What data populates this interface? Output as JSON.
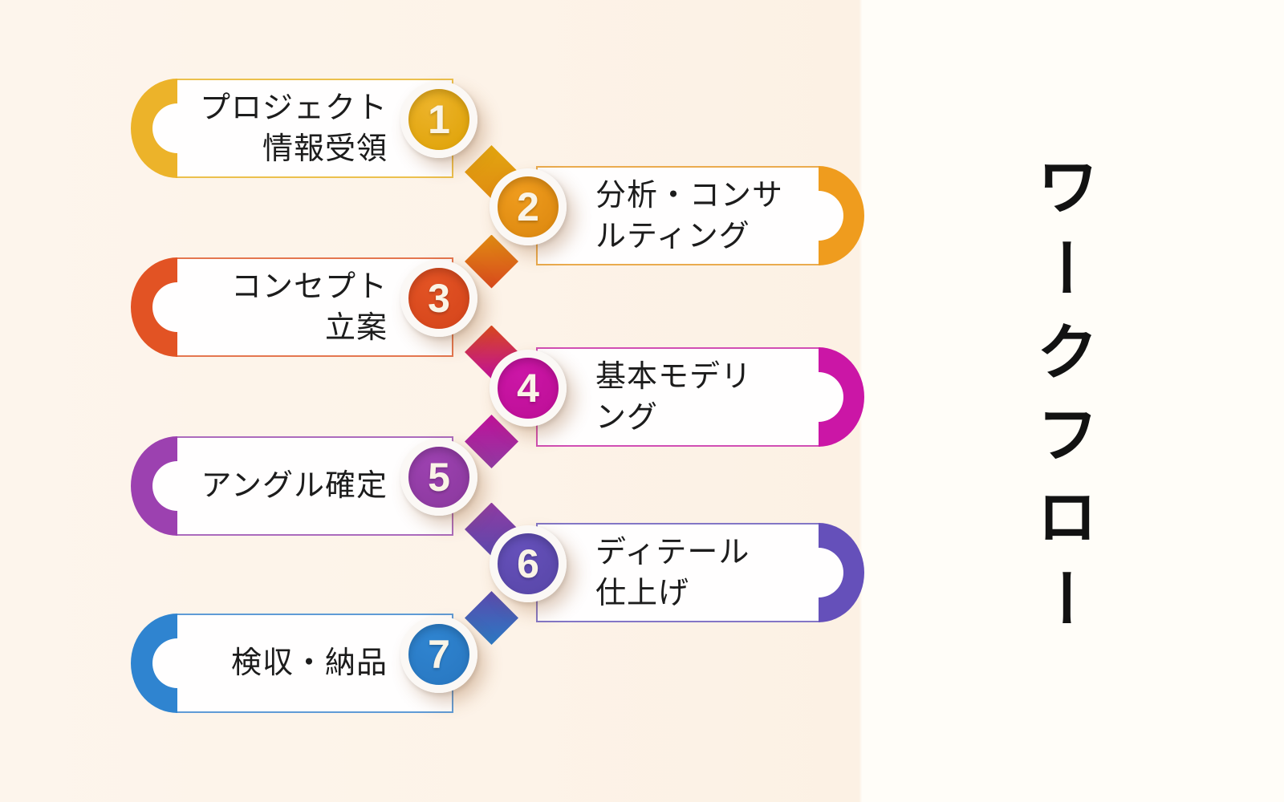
{
  "title": {
    "text": "ワークフロー"
  },
  "steps": [
    {
      "number": "1",
      "label": "プロジェクト\n情報受領",
      "side": "left",
      "color": "#e2a60f",
      "cap_color": "#ecb32a",
      "border_color": "#ecc04d"
    },
    {
      "number": "2",
      "label": "分析・コンサ\nルティング",
      "side": "right",
      "color": "#e08c12",
      "cap_color": "#ef9c1e",
      "border_color": "#eaab4e"
    },
    {
      "number": "3",
      "label": "コンセプト\n立案",
      "side": "left",
      "color": "#d8481d",
      "cap_color": "#e25324",
      "border_color": "#e4764f"
    },
    {
      "number": "4",
      "label": "基本モデリ\nング",
      "side": "right",
      "color": "#c0109a",
      "cap_color": "#cb16a6",
      "border_color": "#d14fb4"
    },
    {
      "number": "5",
      "label": "アングル確定",
      "side": "left",
      "color": "#8f3ba2",
      "cap_color": "#9c41b0",
      "border_color": "#ab6bbd"
    },
    {
      "number": "6",
      "label": "ディテール\n仕上げ",
      "side": "right",
      "color": "#5b49ac",
      "cap_color": "#6550ba",
      "border_color": "#8376c6"
    },
    {
      "number": "7",
      "label": "検収・納品",
      "side": "left",
      "color": "#2a7ac4",
      "cap_color": "#2f84d0",
      "border_color": "#5f9bd6"
    }
  ],
  "theme": {
    "background_left": "#fdf4ea",
    "background_right": "#fffdf8",
    "pill_fill": "#fffefe",
    "number_color": "#faf4e6",
    "text_color": "#1c1c1c",
    "title_color": "#121212"
  }
}
